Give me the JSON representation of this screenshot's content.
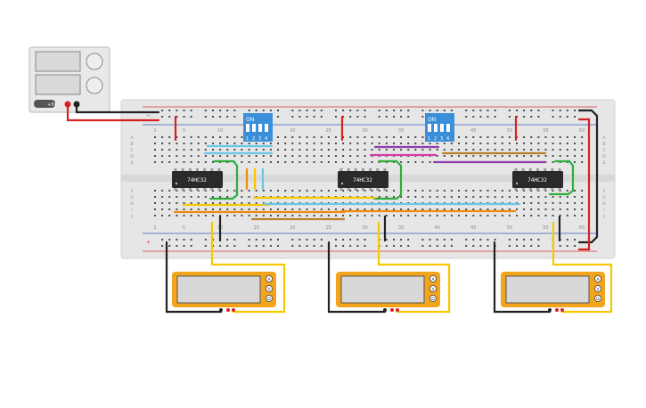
{
  "power_supply": {
    "plus_label": "+5V"
  },
  "breadboard": {
    "row_letters_top": [
      "A",
      "B",
      "C",
      "D",
      "E"
    ],
    "row_letters_bottom": [
      "F",
      "G",
      "H",
      "I",
      "J"
    ],
    "column_numbers": [
      "1",
      "5",
      "10",
      "15",
      "20",
      "25",
      "30",
      "35",
      "40",
      "45",
      "50",
      "55",
      "60"
    ],
    "rail_plus": "+",
    "rail_minus": "−"
  },
  "chips": [
    {
      "label": "74HC32"
    },
    {
      "label": "74HC32"
    },
    {
      "label": "74HC32"
    }
  ],
  "dip_switches": [
    {
      "on_label": "ON",
      "positions": [
        "1",
        "2",
        "3",
        "4"
      ]
    },
    {
      "on_label": "ON",
      "positions": [
        "1",
        "2",
        "3",
        "4"
      ]
    }
  ],
  "multimeters": [
    {
      "mode_buttons": [
        "A",
        "V",
        "Ω"
      ],
      "reading": ""
    },
    {
      "mode_buttons": [
        "A",
        "V",
        "Ω"
      ],
      "reading": ""
    },
    {
      "mode_buttons": [
        "A",
        "V",
        "Ω"
      ],
      "reading": ""
    }
  ],
  "colors": {
    "board": "#e6e6e6",
    "rail_red": "#e03030",
    "rail_blue": "#3060c0",
    "chip": "#2a2a2a",
    "switch_blue": "#3a8fd8",
    "meter_orange": "#f2a51c",
    "wire_red": "#d82020",
    "wire_black": "#222222",
    "wire_yellow": "#f5c800",
    "wire_green": "#2fae3a",
    "wire_orange": "#f08a10",
    "wire_lightblue": "#6cc4e6",
    "wire_purple": "#8e3cb0",
    "wire_magenta": "#d63caa",
    "wire_brown": "#b9812c"
  }
}
